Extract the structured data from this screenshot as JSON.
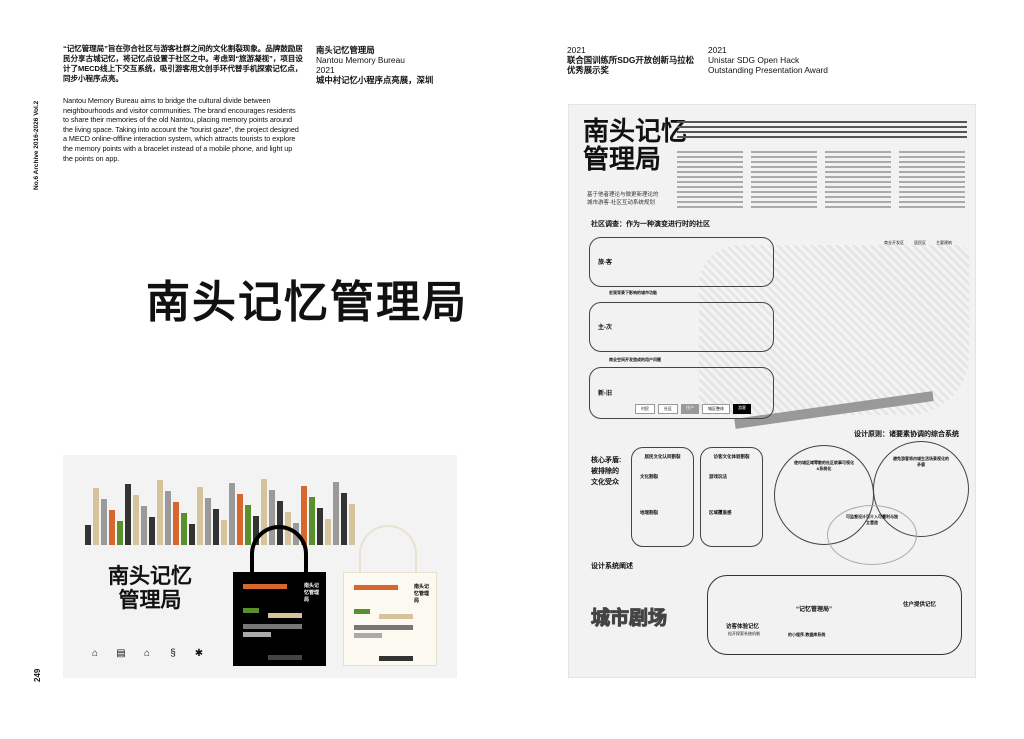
{
  "intro": {
    "zh": "“记忆管理局”旨在弥合社区与游客社群之间的文化割裂现象。品牌鼓励居民分享古城记忆，将记忆点设置于社区之中。考虑到“旅游凝视”，项目设计了MECD线上下交互系统，吸引游客用文创手环代替手机探索记忆点，同步小程序点亮。",
    "en": "Nantou Memory Bureau aims to bridge the cultural divide between neighbourhoods and visitor communities. The brand encourages residents to share their memories of the old Nantou, placing memory points around the living space. Taking into account the \"tourist gaze\", the project designed a MECD online-offline interaction system, which attracts tourists to explore the memory points with a bracelet instead of a mobile phone, and light up the points on app."
  },
  "project": {
    "zh_title": "南头记忆管理局",
    "en_title": "Nantou Memory Bureau",
    "year": "2021",
    "event": "城中村记忆小程序点亮展，深圳"
  },
  "award_zh": {
    "year": "2021",
    "line1": "联合国训练所SDG开放创新马拉松",
    "line2": "优秀展示奖"
  },
  "award_en": {
    "year": "2021",
    "line1": "Unistar SDG Open Hack",
    "line2": "Outstanding Presentation Award"
  },
  "side_label": "No.6 Archive 2016-2026 Vol.2",
  "page_number": "249",
  "logo_text": "南头记忆管理局",
  "card": {
    "logo_line1": "南头记忆",
    "logo_line2": "管理局",
    "bag_logo": "南头记忆管理局",
    "colors": {
      "orange": "#d8672f",
      "green": "#5a8f2e",
      "tan": "#d6c39c",
      "gray": "#9a9a9a",
      "dark": "#333333"
    }
  },
  "poster": {
    "title1": "南头记忆",
    "title2": "管理局",
    "subtitle1": "基于他者理论与微更新理论的",
    "subtitle2": "城市游客-社区互动系统规划",
    "s1": "社区调查：作为一种演变进行时的社区",
    "s1_legend": [
      "商业开发区",
      "居民区",
      "主要建筑"
    ],
    "s1_rows": [
      "旅-客",
      "主-次",
      "新-旧"
    ],
    "s1_tag": "商业空间开发造成的用户问题",
    "s1_row2_tag": "宏观背景下影响的城市功能",
    "s1_chips": [
      "村民",
      "社区",
      "住户",
      "城区整体",
      "游客"
    ],
    "s2_title": [
      "核心矛盾:",
      "被排除的",
      "文化受众"
    ],
    "s2_col1": "居民文化认同割裂",
    "s2_col2": "访客文化体验割裂",
    "s2_items": [
      "文化割裂",
      "地理割裂",
      "游戏玩法",
      "区域覆盖感"
    ],
    "s3": "设计原则：诸要素协调的综合系统",
    "s3_circles": [
      "使内城区域零散的社区故事可视化&系统化",
      "避免游客将内城生活场景视化的矛盾",
      "可监督设计可介入可量利与独立营造"
    ],
    "s4": "设计系统阐述",
    "s4_center": "“记忆管理局”",
    "s4_left": "访客体验记忆",
    "s4_left_sub": "松开探索系统机制",
    "s4_right": "住户提供记忆",
    "s4_center_sub": "的小程序-数据库系统"
  }
}
